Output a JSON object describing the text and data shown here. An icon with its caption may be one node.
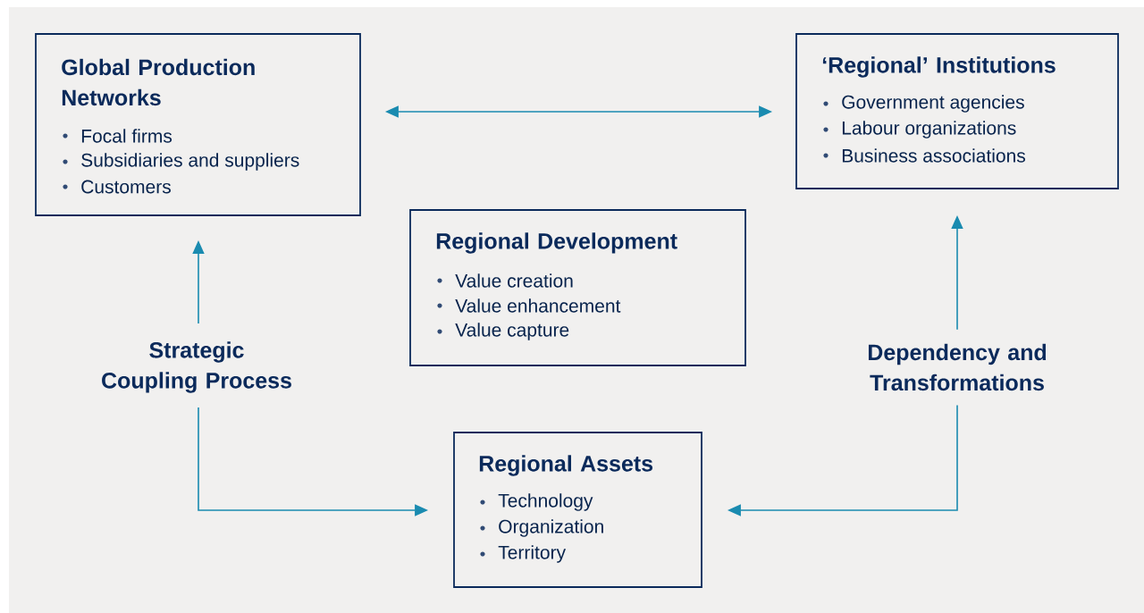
{
  "diagram": {
    "nodes": [
      {
        "text": [
          "Global Production Networks",
          "Focal firms",
          "Subsidiaries and suppliers",
          "Customers"
        ]
      },
      {
        "text": [
          "‘Regional’ Institutions",
          "Government agencies",
          "Labour organizations",
          "Business associations"
        ]
      },
      {
        "text": [
          "Regional Development",
          "Value creation",
          "Value enhancement",
          "Value capture"
        ]
      },
      {
        "text": [
          "Strategic Coupling Process"
        ]
      },
      {
        "text": [
          "Dependency and Transformations"
        ]
      },
      {
        "text": [
          "Regional Assets",
          "Technology",
          "Organization",
          "Territory"
        ]
      }
    ],
    "edges": [
      {
        "from": 0,
        "to": 1,
        "arrow": "both"
      },
      {
        "from": 3,
        "to": 0,
        "arrow": "to"
      },
      {
        "from": 3,
        "to": 5,
        "arrow": "to"
      },
      {
        "from": 4,
        "to": 1,
        "arrow": "to"
      },
      {
        "from": 4,
        "to": 5,
        "arrow": "to"
      }
    ]
  }
}
